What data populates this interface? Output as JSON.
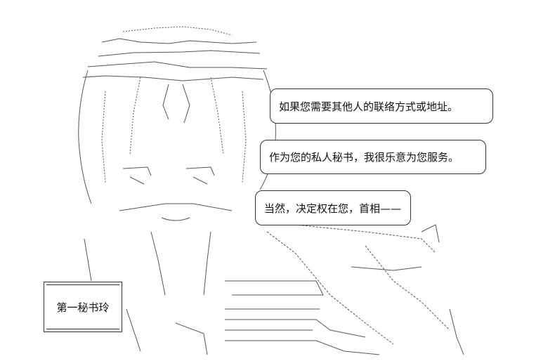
{
  "bubbles": [
    {
      "text": "如果您需要其他人的联络方式或地址。"
    },
    {
      "text": "作为您的私人秘书，我很乐意为您服务。"
    },
    {
      "text": "当然，决定权在您，首相——"
    }
  ],
  "name_tag": "第一秘书玲",
  "colors": {
    "ink": "#444444",
    "background": "#ffffff"
  }
}
